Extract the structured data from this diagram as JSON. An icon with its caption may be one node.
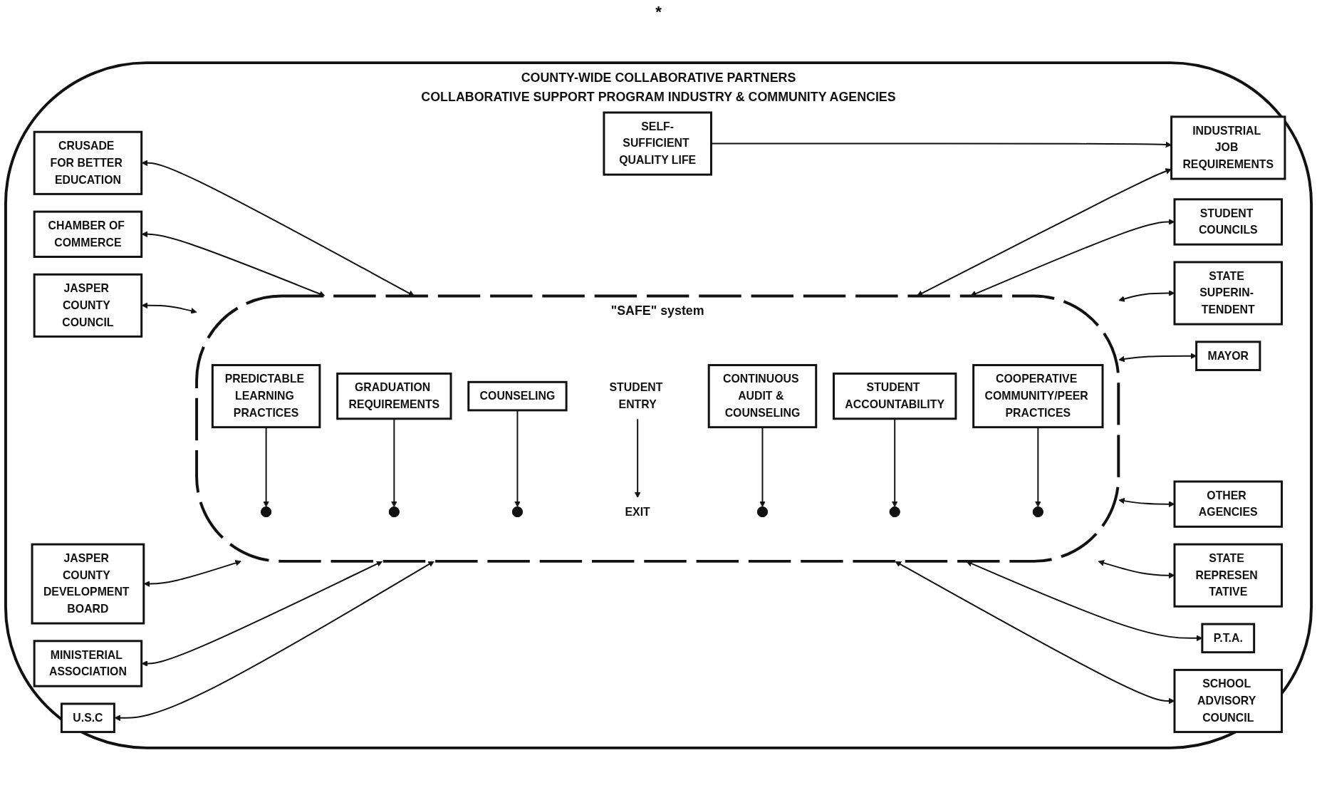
{
  "diagram": {
    "nodes": [
      {
        "text": [
          "COUNTY-WIDE COLLABORATIVE PARTNERS",
          "COLLABORATIVE SUPPORT PROGRAM INDUSTRY & COMMUNITY AGENCIES"
        ]
      },
      {
        "text": [
          "\"SAFE\" system"
        ],
        "in": 0
      },
      {
        "text": [
          "CRUSADE FOR BETTER EDUCATION"
        ],
        "in": 0
      },
      {
        "text": [
          "CHAMBER OF COMMERCE"
        ],
        "in": 0
      },
      {
        "text": [
          "JASPER COUNTY COUNCIL"
        ],
        "in": 0
      },
      {
        "text": [
          "JASPER COUNTY DEVELOPMENT BOARD"
        ],
        "in": 0
      },
      {
        "text": [
          "MINISTERIAL ASSOCIATION"
        ],
        "in": 0
      },
      {
        "text": [
          "PREDICTABLE LEARNING PRACTICES"
        ],
        "in": 1
      },
      {
        "text": [
          "GRADUATION REQUIREMENTS"
        ],
        "in": 1
      },
      {
        "text": [
          "SELF-SUFFICIENT QUALITY LIFE"
        ],
        "in": 0
      },
      {
        "text": [
          "COUNSELING"
        ],
        "in": 1
      },
      {
        "text": [
          "EXIT"
        ],
        "in": 1
      },
      {
        "text": [
          "INDUSTRIAL JOB REQUIREMENTS"
        ],
        "in": 0
      },
      {
        "text": [
          "U.S.C"
        ],
        "in": 0
      },
      {
        "text": [
          "STUDENT ENTRY"
        ],
        "in": 1
      },
      {
        "text": [
          "CONTINUOUS AUDIT & COUNSELING"
        ],
        "in": 1
      },
      {
        "text": [
          "STUDENT ACCOUNTABILITY"
        ],
        "in": 1
      },
      {
        "text": [
          "COOPERATIVE COMMUNITY/PEER PRACTICES"
        ],
        "in": 1
      },
      {
        "text": [
          "STUDENT COUNCILS"
        ],
        "in": 0
      },
      {
        "text": [
          "STATE SUPERIN- TENDENT"
        ],
        "in": 0
      },
      {
        "text": [
          "MAYOR"
        ],
        "in": 0
      },
      {
        "text": [
          "OTHER AGENCIES"
        ],
        "in": 0
      },
      {
        "text": [
          "STATE REPRESEN TATIVE"
        ],
        "in": 0
      },
      {
        "text": [
          "P.T.A."
        ],
        "in": 0
      },
      {
        "text": [
          "SCHOOL ADVISORY COUNCIL"
        ],
        "in": 0
      }
    ],
    "edges": [
      {
        "from": 2,
        "to": 1,
        "arrow": "both"
      },
      {
        "from": 3,
        "to": 1,
        "arrow": "both"
      },
      {
        "from": 4,
        "to": 1,
        "arrow": "both"
      },
      {
        "from": 5,
        "to": 1,
        "arrow": "both"
      },
      {
        "from": 6,
        "to": 1,
        "arrow": "both"
      },
      {
        "from": 7,
        "to": null,
        "arrow": "to"
      },
      {
        "from": 8,
        "to": null,
        "arrow": "to"
      },
      {
        "from": 9,
        "to": 12,
        "arrow": "to"
      },
      {
        "from": 10,
        "to": null,
        "arrow": "to"
      },
      {
        "from": 14,
        "to": 11,
        "arrow": "to"
      },
      {
        "from": 1,
        "to": 12,
        "arrow": "both"
      },
      {
        "from": 13,
        "to": 1,
        "arrow": "both"
      },
      {
        "from": 15,
        "to": null,
        "arrow": "to"
      },
      {
        "from": 16,
        "to": null,
        "arrow": "to"
      },
      {
        "from": 17,
        "to": null,
        "arrow": "to"
      },
      {
        "from": 1,
        "to": 18,
        "arrow": "both"
      },
      {
        "from": 1,
        "to": 19,
        "arrow": "both"
      },
      {
        "from": 1,
        "to": 20,
        "arrow": "both"
      },
      {
        "from": 1,
        "to": 21,
        "arrow": "both"
      },
      {
        "from": 1,
        "to": 22,
        "arrow": "both"
      },
      {
        "from": 1,
        "to": 23,
        "arrow": "both"
      },
      {
        "from": 1,
        "to": 24,
        "arrow": "both"
      }
    ],
    "labels": [
      "*"
    ]
  }
}
